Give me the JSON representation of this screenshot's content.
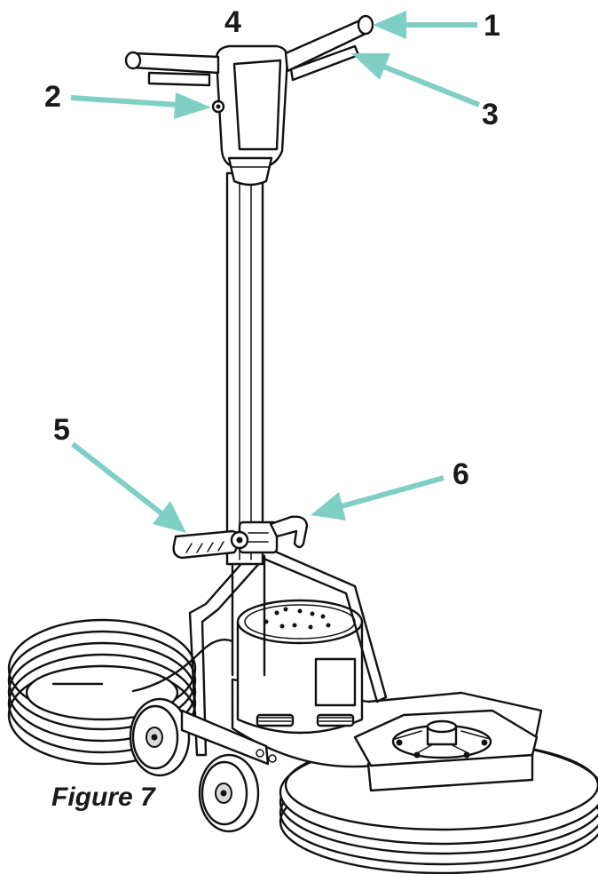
{
  "figure": {
    "caption": "Figure 7",
    "callout_color": "#7fcfc4",
    "callouts": [
      {
        "id": "1",
        "label": "1"
      },
      {
        "id": "2",
        "label": "2"
      },
      {
        "id": "3",
        "label": "3"
      },
      {
        "id": "4",
        "label": "4"
      },
      {
        "id": "5",
        "label": "5"
      },
      {
        "id": "6",
        "label": "6"
      }
    ]
  }
}
